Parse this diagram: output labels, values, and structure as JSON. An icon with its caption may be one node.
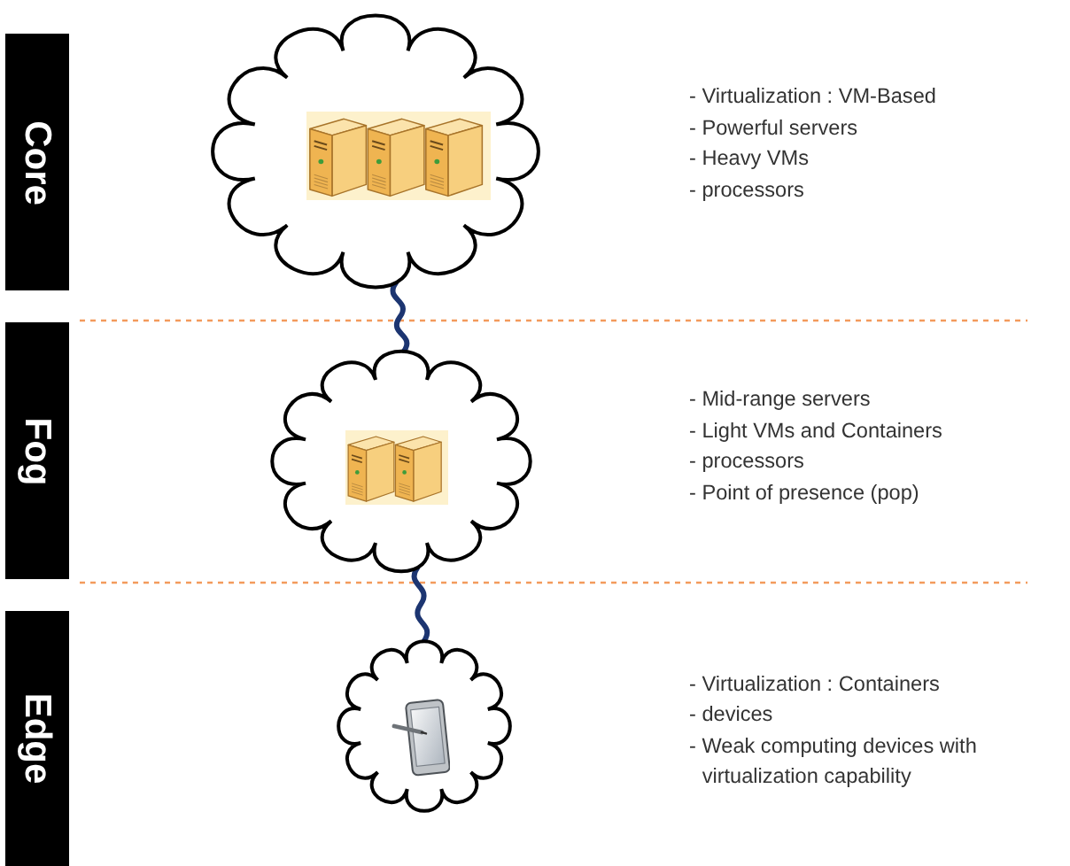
{
  "diagram": {
    "nodes": [
      {
        "text": [
          "Core"
        ]
      },
      {
        "text": [
          "Fog"
        ]
      },
      {
        "text": [
          "Edge"
        ]
      },
      {
        "text": [],
        "shape": "cloud"
      },
      {
        "text": [],
        "shape": "cloud"
      },
      {
        "text": [],
        "shape": "cloud"
      }
    ],
    "edges": [
      {
        "from": 3,
        "to": 4,
        "arrow": "none"
      },
      {
        "from": 4,
        "to": 5,
        "arrow": "none"
      }
    ],
    "labels": [
      "- Virtualization : VM-Based",
      "- Powerful servers",
      "- Heavy VMs",
      "- processors",
      "- Mid-range servers",
      "- Light VMs and Containers",
      "- processors",
      "- Point of presence (pop)",
      "- Virtualization : Containers",
      "- devices",
      "- Weak computing devices with virtualization capability"
    ]
  }
}
